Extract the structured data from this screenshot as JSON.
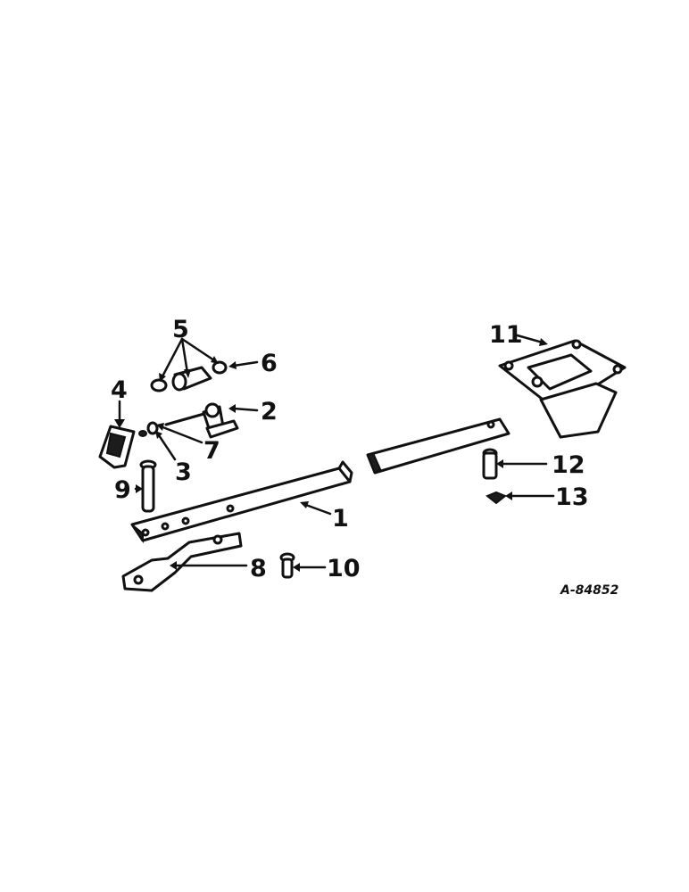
{
  "diagram": {
    "reference": "A-84852",
    "callouts": {
      "c1": "1",
      "c2": "2",
      "c3": "3",
      "c4": "4",
      "c5": "5",
      "c6": "6",
      "c7": "7",
      "c8": "8",
      "c9": "9",
      "c10": "10",
      "c11": "11",
      "c12": "12",
      "c13": "13"
    }
  }
}
